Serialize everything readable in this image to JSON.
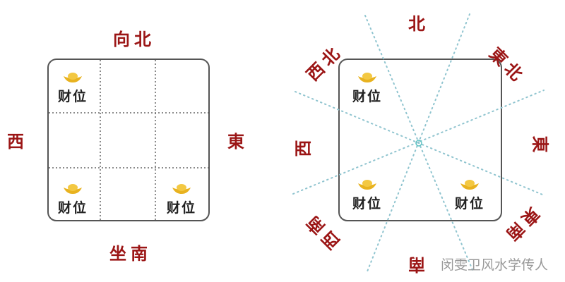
{
  "left_diagram": {
    "top_label": "向北",
    "left_label": "西",
    "right_label": "東",
    "bottom_label": "坐南",
    "wealth_label": "财位"
  },
  "right_diagram": {
    "north": "北",
    "northwest": "西北",
    "northeast": "東北",
    "west": "西",
    "east": "東",
    "southwest": "西南",
    "southeast": "東南",
    "south": "南",
    "wealth_label": "财位"
  },
  "colors": {
    "direction_text": "#9b1515",
    "ingot": "#e8b21f",
    "guide_lines": "#8fc4cf"
  },
  "watermark": "闵雯卫风水学传人"
}
